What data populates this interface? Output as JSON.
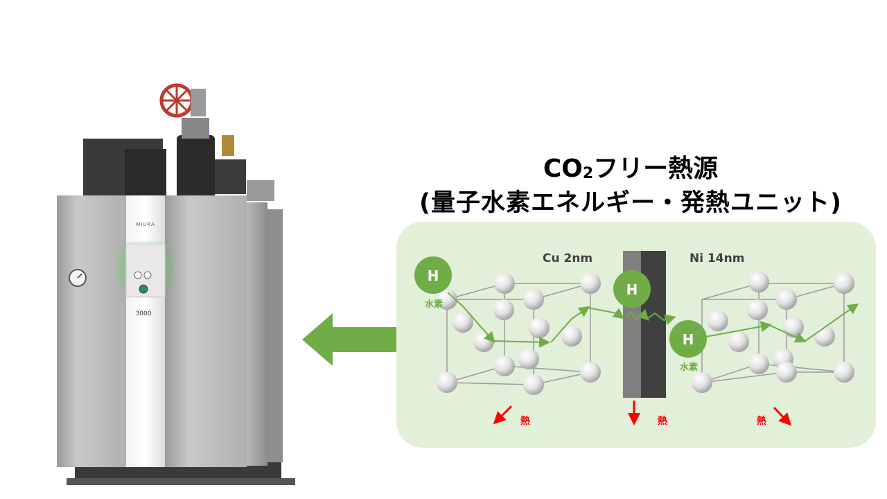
{
  "title": {
    "line1_pre": "CO",
    "line1_sub": "2",
    "line1_post": "フリー熱源",
    "line2": "(量子水素エネルギー・発熱ユニット)"
  },
  "boiler": {
    "brand": "MIURA",
    "model": "3000"
  },
  "diagram": {
    "cu_label": "Cu 2nm",
    "ni_label": "Ni 14nm",
    "hydrogen_symbol": "H",
    "hydrogen_label": "水素",
    "heat_label": "熱"
  },
  "colors": {
    "panel_bg": "#e2efd9",
    "hydrogen_green": "#70ad47",
    "path_green": "#70ad47",
    "arrow_green": "#70ad47",
    "heat_red": "#ff0000",
    "cu_layer": "#7f7f7f",
    "ni_layer": "#404040"
  }
}
